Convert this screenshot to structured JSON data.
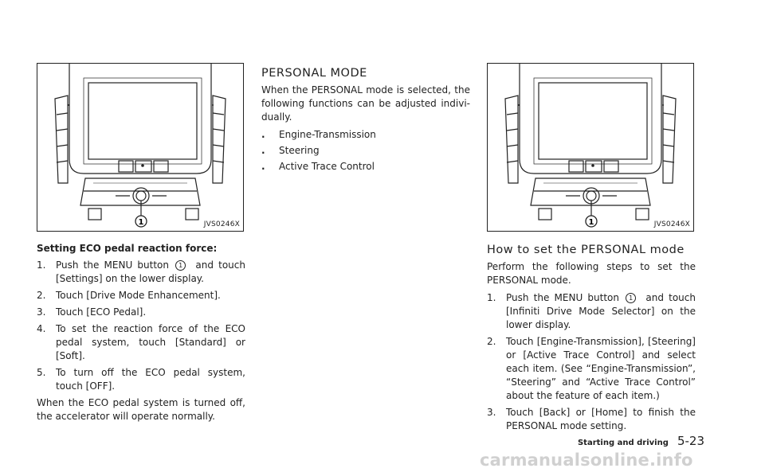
{
  "figure_left": {
    "code": "JVS0246X",
    "callout": "1"
  },
  "figure_right": {
    "code": "JVS0246X",
    "callout": "1"
  },
  "eco": {
    "title": "Setting ECO pedal reaction force:",
    "steps": [
      {
        "num": "1.",
        "before": "Push the MENU button",
        "callout": "1",
        "after": "and touch [Settings] on the lower display."
      },
      {
        "num": "2.",
        "text": "Touch [Drive Mode Enhancement]."
      },
      {
        "num": "3.",
        "text": "Touch [ECO Pedal]."
      },
      {
        "num": "4.",
        "text": "To set the reaction force of the ECO pedal system, touch [Standard] or [Soft]."
      },
      {
        "num": "5.",
        "text": "To turn off the ECO pedal system, touch [OFF]."
      }
    ],
    "note": "When the ECO pedal system is turned off, the accelerator will operate normally."
  },
  "personal": {
    "heading": "PERSONAL MODE",
    "intro": "When the PERSONAL mode is selected, the following functions can be adjusted indivi-dually.",
    "bullet": ".",
    "items": [
      "Engine-Transmission",
      "Steering",
      "Active Trace Control"
    ]
  },
  "howto": {
    "heading": "How to set the PERSONAL mode",
    "intro": "Perform the following steps to set the PERSONAL mode.",
    "steps": [
      {
        "num": "1.",
        "before": "Push the MENU button",
        "callout": "1",
        "after": "and touch [Infiniti Drive Mode Selector] on the lower display."
      },
      {
        "num": "2.",
        "text": "Touch [Engine-Transmission], [Steering] or [Active Trace Control] and select each item. (See “Engine-Transmission”, “Steering” and “Active Trace Control” about the feature of each item.)"
      },
      {
        "num": "3.",
        "text": "Touch [Back] or [Home] to finish the PERSONAL mode setting."
      }
    ]
  },
  "footer": {
    "section": "Starting and driving",
    "page": "5-23"
  },
  "watermark": "carmanualsonline.info"
}
